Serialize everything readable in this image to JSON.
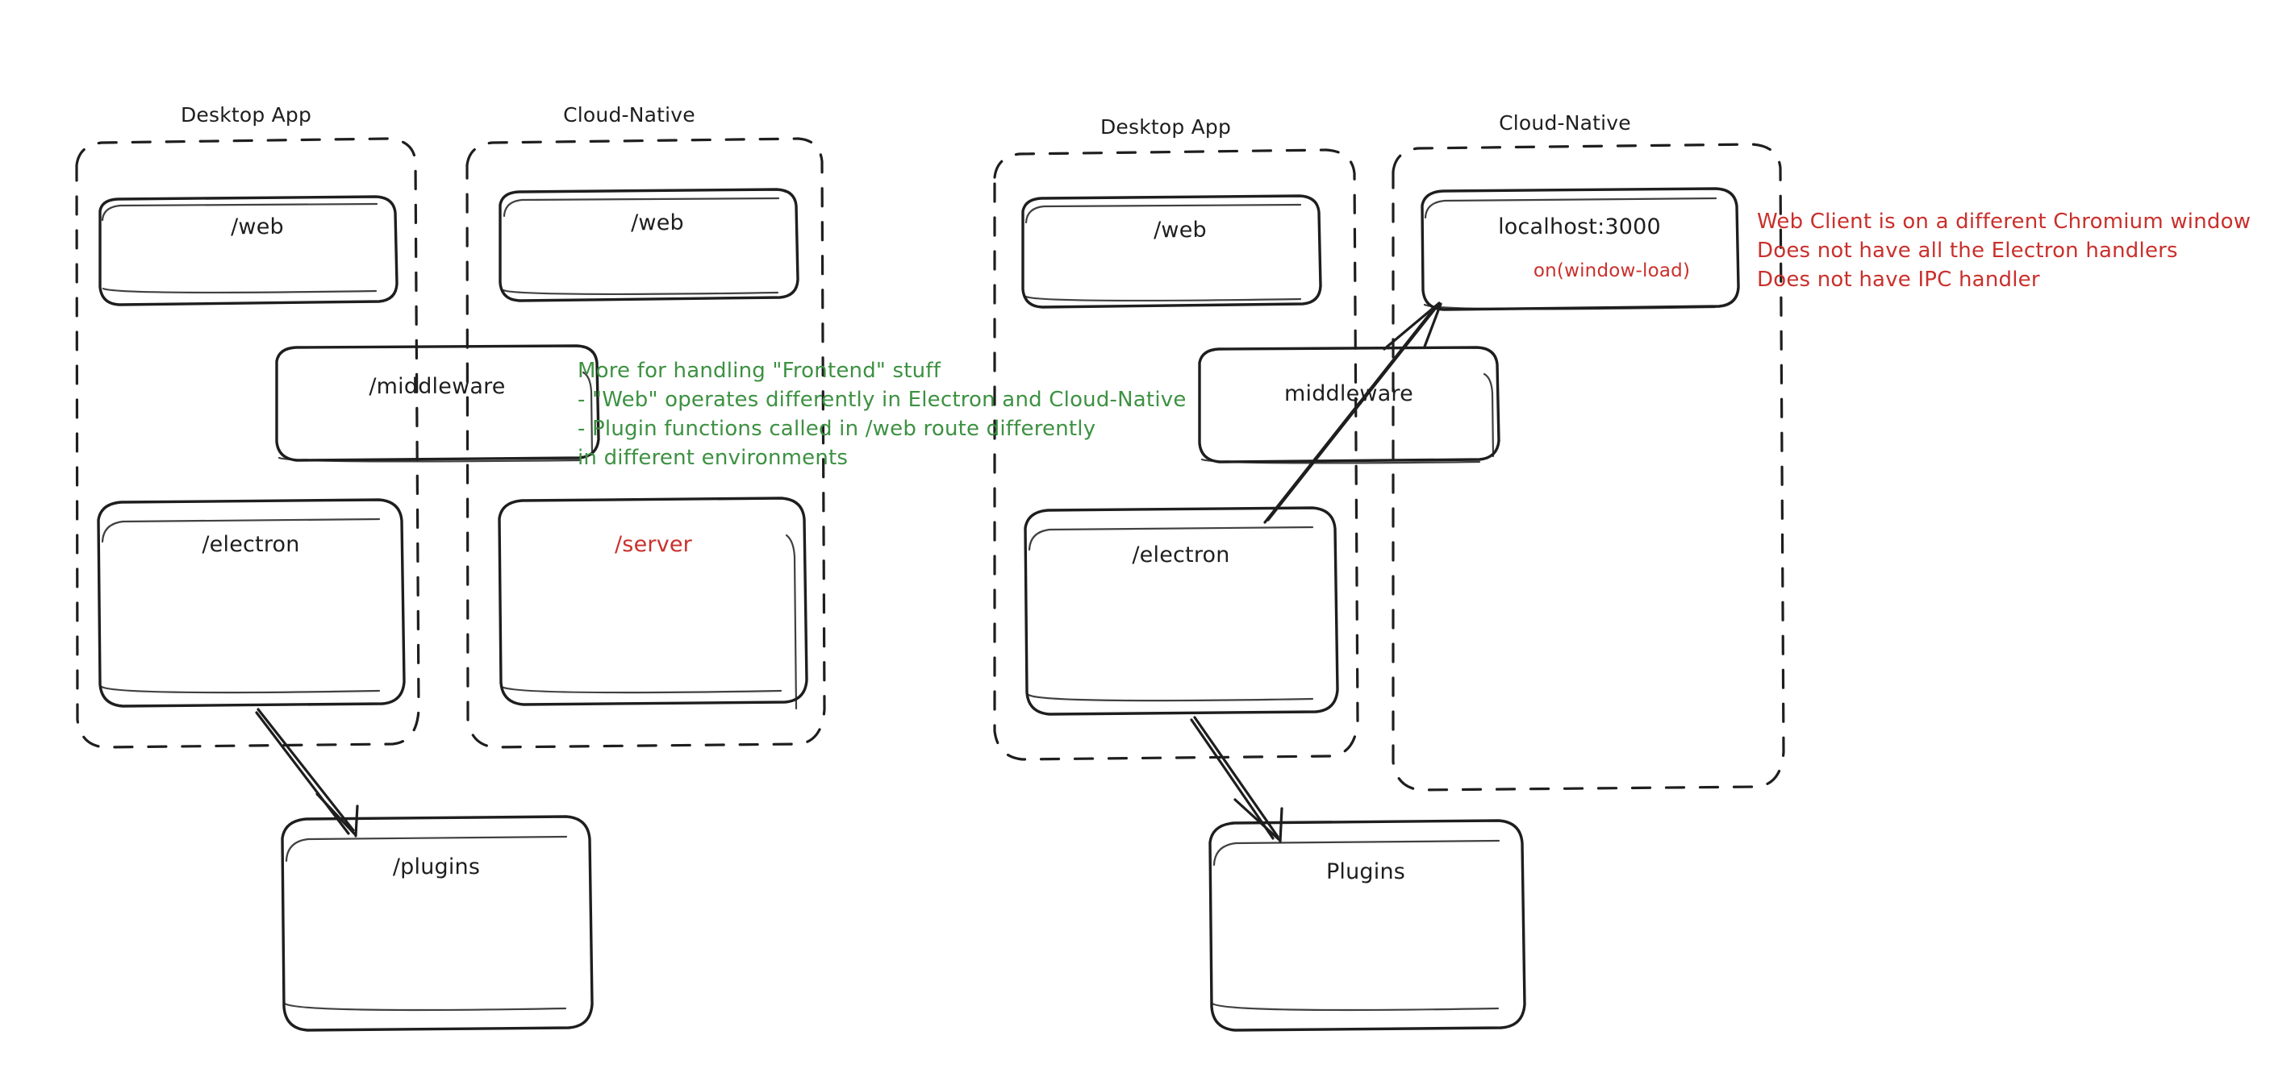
{
  "diagram": {
    "title_hidden": "Electron vs Cloud-Native architecture sketch",
    "colors": {
      "stroke": "#1e1e1e",
      "green": "#3d9142",
      "red": "#c9302c",
      "background": "#ffffff"
    },
    "left_diagram": {
      "groups": [
        {
          "title": "Desktop App"
        },
        {
          "title": "Cloud-Native"
        }
      ],
      "nodes": {
        "desktop_web": "/web",
        "cloud_web": "/web",
        "middleware": "/middleware",
        "desktop_electron": "/electron",
        "cloud_server": "/server",
        "plugins": "/plugins"
      }
    },
    "right_diagram": {
      "groups": [
        {
          "title": "Desktop App"
        },
        {
          "title": "Cloud-Native"
        }
      ],
      "nodes": {
        "desktop_web": "/web",
        "cloud_localhost": "localhost:3000",
        "cloud_localhost_sub": "on(window-load)",
        "middleware": "middleware",
        "desktop_electron": "/electron",
        "plugins": "Plugins"
      }
    },
    "notes": {
      "green_note": "More for handling \"Frontend\" stuff\n- \"Web\" operates differently in Electron and Cloud-Native\n- Plugin functions called in /web route differently\nin different environments",
      "red_note": "Web Client is on a different Chromium window\nDoes not have all the Electron handlers\nDoes not have IPC handler"
    }
  }
}
